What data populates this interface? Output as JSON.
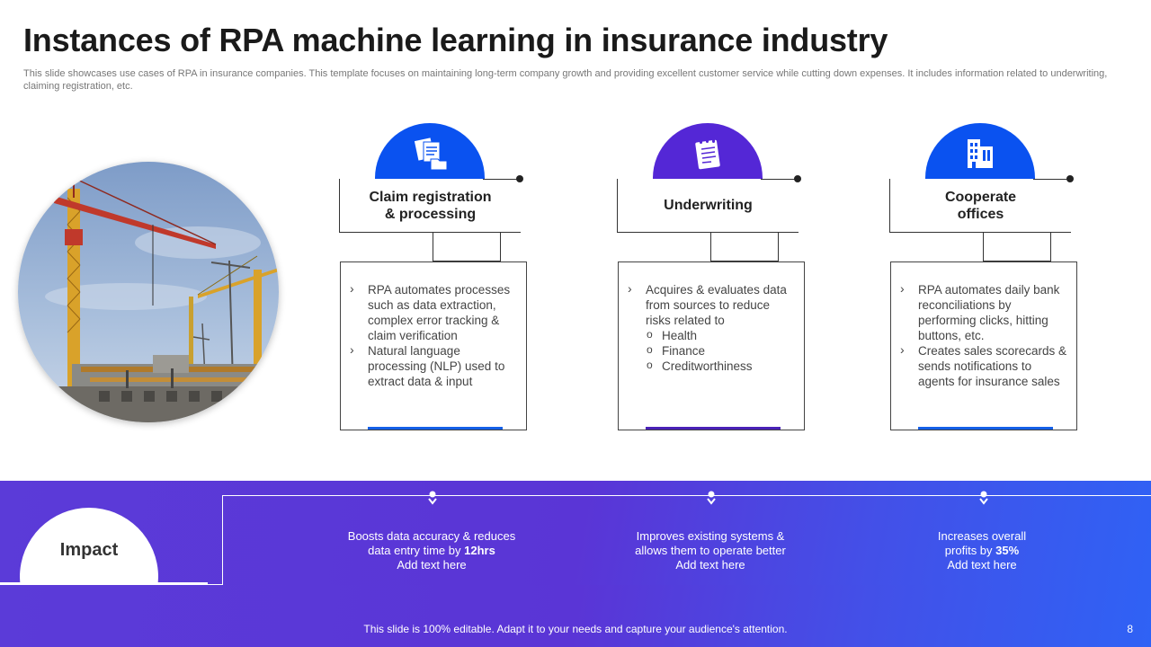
{
  "title": "Instances of RPA machine learning in insurance industry",
  "subtitle": "This slide showcases use cases of RPA in insurance companies. This template focuses on maintaining long-term company growth and providing excellent customer service while cutting down expenses. It includes information related to underwriting, claiming registration, etc.",
  "colors": {
    "blue": "#0a52f0",
    "purple": "#5427d6",
    "accent_bar_blue": "#1560e8",
    "accent_bar_purple": "#4a22b8"
  },
  "cards": [
    {
      "icon": "documents-icon",
      "heading_line1": "Claim registration",
      "heading_line2": "& processing",
      "bullets": [
        "RPA automates processes such as data extraction, complex error tracking & claim verification",
        "Natural language processing (NLP) used to extract data & input"
      ]
    },
    {
      "icon": "clipboard-icon",
      "heading_line1": "Underwriting",
      "heading_line2": "",
      "bullets": [
        "Acquires & evaluates data from sources to reduce risks related to"
      ],
      "sub_bullets": [
        "Health",
        "Finance",
        "Creditworthiness"
      ]
    },
    {
      "icon": "buildings-icon",
      "heading_line1": "Cooperate",
      "heading_line2": "offices",
      "bullets": [
        "RPA automates daily bank reconciliations by performing clicks, hitting buttons, etc.",
        "Creates sales scorecards & sends notifications to agents for insurance sales"
      ]
    }
  ],
  "impact": {
    "label": "Impact",
    "items": [
      {
        "line1": "Boosts data accuracy & reduces",
        "line2_prefix": "data entry time by ",
        "line2_bold": "12hrs",
        "line3": "Add text here"
      },
      {
        "line1": "Improves  existing systems &",
        "line2_prefix": "allows them to operate  better",
        "line2_bold": "",
        "line3": "Add text here"
      },
      {
        "line1": "Increases overall",
        "line2_prefix": "profits by ",
        "line2_bold": "35%",
        "line3": "Add text here"
      }
    ]
  },
  "footer": "This slide is 100% editable. Adapt it to your needs and capture your audience's attention.",
  "page_number": "8"
}
